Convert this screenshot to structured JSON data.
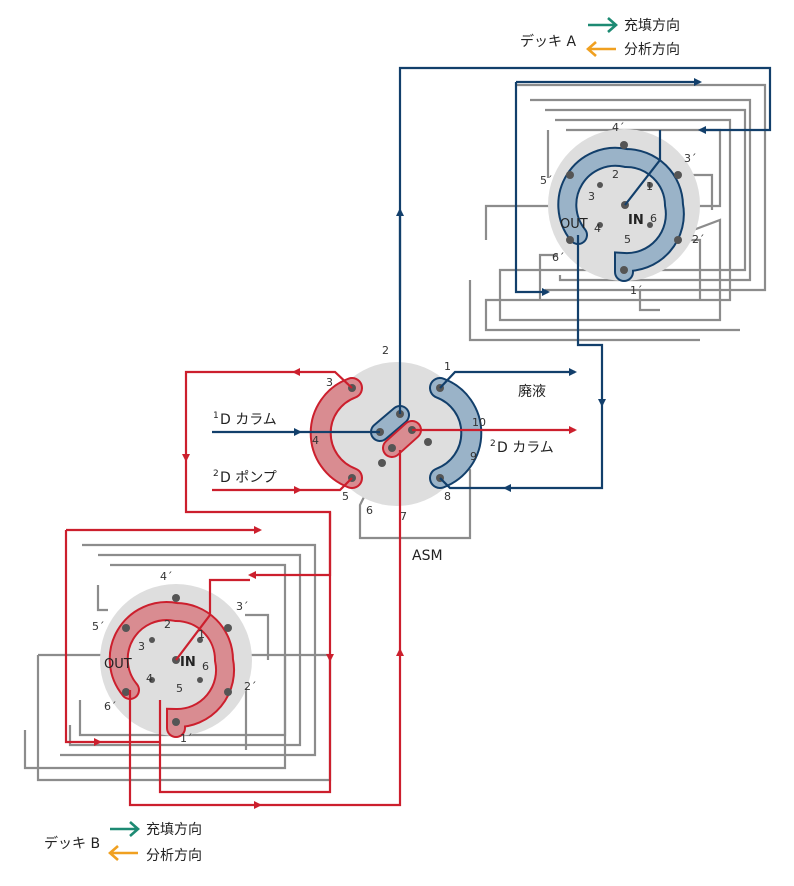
{
  "deck_a": {
    "name": "デッキ A",
    "load_direction": "充填方向",
    "analysis_direction": "分析方向",
    "ports_outer": [
      "1´",
      "2´",
      "3´",
      "4´",
      "5´",
      "6´"
    ],
    "ports_inner": [
      "1",
      "2",
      "3",
      "4",
      "5",
      "6"
    ],
    "out_label": "OUT",
    "in_label": "IN"
  },
  "deck_b": {
    "name": "デッキ B",
    "load_direction": "充填方向",
    "analysis_direction": "分析方向",
    "ports_outer": [
      "1´",
      "2´",
      "3´",
      "4´",
      "5´",
      "6´"
    ],
    "ports_inner": [
      "1",
      "2",
      "3",
      "4",
      "5",
      "6"
    ],
    "out_label": "OUT",
    "in_label": "IN"
  },
  "asm": {
    "name": "ASM",
    "ports": [
      "1",
      "2",
      "3",
      "4",
      "5",
      "6",
      "7",
      "8",
      "9",
      "10"
    ],
    "waste": "廃液",
    "column_1d_sup": "1",
    "column_1d": "D カラム",
    "column_2d_sup": "2",
    "column_2d": "D カラム",
    "pump_2d_sup": "2",
    "pump_2d": "D ポンプ"
  },
  "colors": {
    "blue": "#123f6b",
    "red": "#cc1f2d",
    "gray": "#8c8c8c",
    "green": "#1d8a73",
    "orange": "#f0a020",
    "disc": "#dedede",
    "red_fill": "#d98c91",
    "blue_fill": "#9ab3c8"
  }
}
